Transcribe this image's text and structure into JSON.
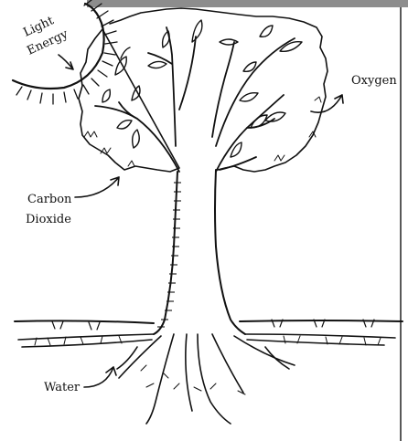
{
  "labels": {
    "light_energy_line1": "Light",
    "light_energy_line2": "Energy",
    "oxygen": "Oxygen",
    "carbon_line1": "Carbon",
    "carbon_line2": "Dioxide",
    "water": "Water"
  }
}
